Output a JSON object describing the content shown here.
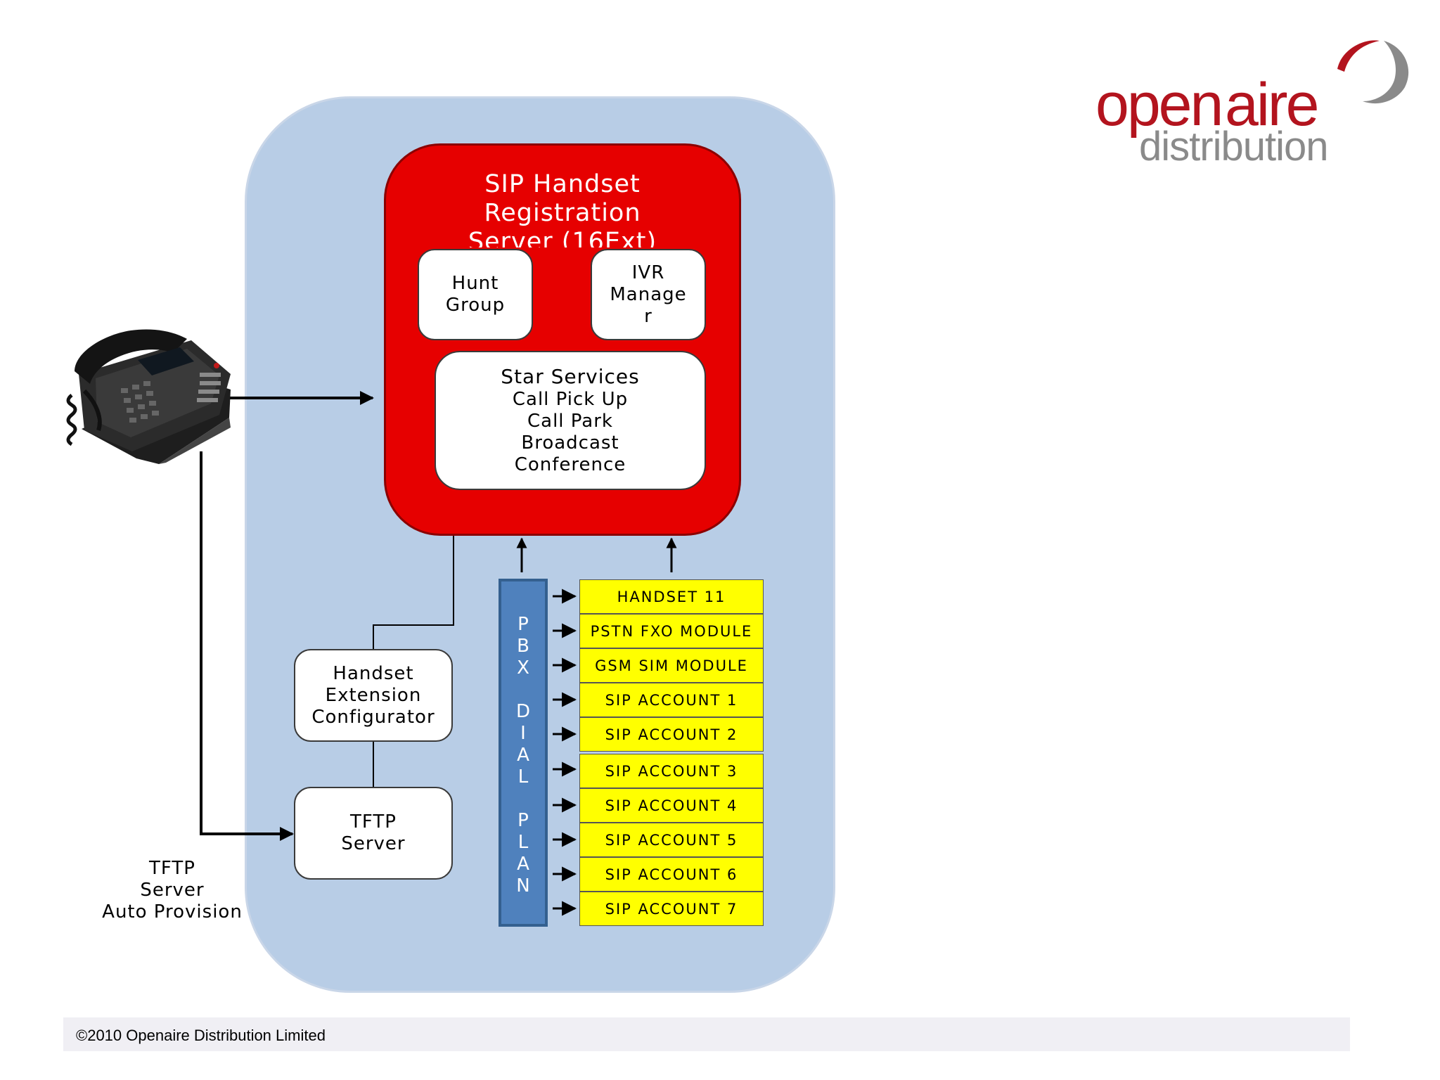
{
  "logo": {
    "word_open": "open",
    "word_aire": "aire",
    "word_distribution": "distribution"
  },
  "sip_server": {
    "title_lines": [
      "SIP Handset",
      "Registration",
      "Server (16Ext)"
    ]
  },
  "hunt_group": {
    "lines": [
      "Hunt",
      "Group"
    ]
  },
  "ivr_manager": {
    "lines": [
      "IVR",
      "Manage",
      "r"
    ]
  },
  "star_services": {
    "title": "Star Services",
    "items": [
      "Call Pick Up",
      "Call Park",
      "Broadcast",
      "Conference"
    ]
  },
  "configurator": {
    "lines": [
      "Handset",
      "Extension",
      "Configurator"
    ]
  },
  "tftp_server": {
    "lines": [
      "TFTP",
      "Server"
    ]
  },
  "tftp_label": {
    "lines": [
      "TFTP",
      "Server",
      "Auto Provision"
    ]
  },
  "pbx_dial_plan": {
    "chars": [
      "P",
      "B",
      "X",
      "",
      "D",
      "I",
      "A",
      "L",
      "",
      "P",
      "L",
      "A",
      "N"
    ]
  },
  "modules": [
    "HANDSET 11",
    "PSTN FXO MODULE",
    "GSM SIM MODULE",
    "SIP ACCOUNT 1",
    "SIP ACCOUNT 2",
    "SIP ACCOUNT 3",
    "SIP ACCOUNT 4",
    "SIP ACCOUNT 5",
    "SIP ACCOUNT 6",
    "SIP ACCOUNT 7"
  ],
  "footer": {
    "copyright": "©2010 Openaire Distribution Limited"
  },
  "colors": {
    "server_red": "#e60000",
    "panel_blue": "#b8cde6",
    "module_yellow": "#ffff00",
    "pbx_blue": "#4f81bd",
    "logo_red": "#b3141e",
    "logo_gray": "#8a8a8a"
  }
}
